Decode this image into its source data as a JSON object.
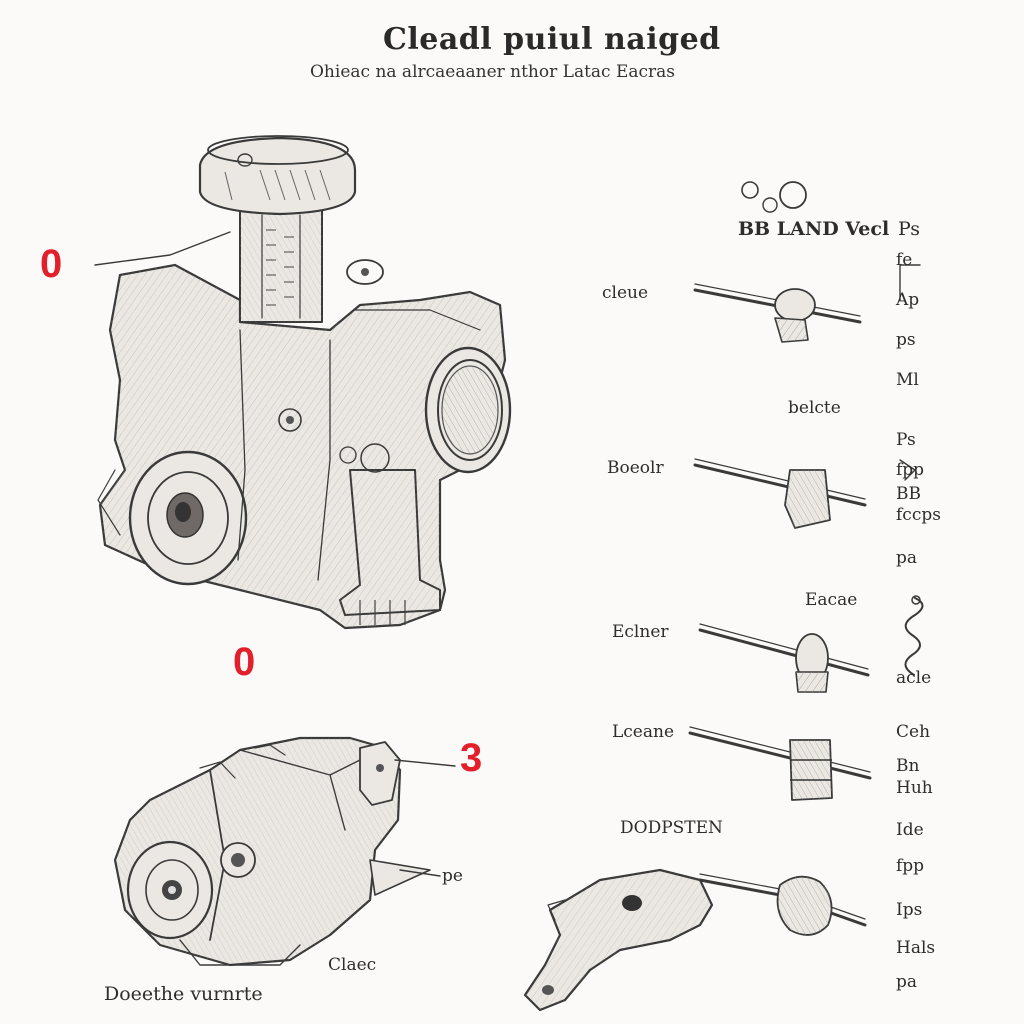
{
  "title": "Cleadl puiul naiged",
  "subtitle": "Ohieac na alrcaeaaner nthor Latac Eacras",
  "callouts": {
    "top_left": "0",
    "middle": "0",
    "bottom": "3"
  },
  "labels": {
    "top_header_left": "BB LAND Vecl",
    "top_header_right": "Ps",
    "part_1": "cleue",
    "part_1_note": "belcte",
    "part_2": "Boeolr",
    "part_3": "Eclner",
    "part_3_note": "Eacae",
    "part_4": "Lceane",
    "part_5": "DODPSTEN",
    "bottom_pointer": "pe",
    "bottom_right": "Claec",
    "bottom_caption": "Doeethe vurnrte"
  },
  "right_column": [
    "fe",
    "Ap",
    "ps",
    "Ml",
    "Ps",
    "fpp",
    "BB",
    "fccps",
    "pa",
    "acle",
    "Ceh",
    "Bn",
    "Huh",
    "Ide",
    "fpp",
    "Ips",
    "Hals",
    "pa"
  ]
}
